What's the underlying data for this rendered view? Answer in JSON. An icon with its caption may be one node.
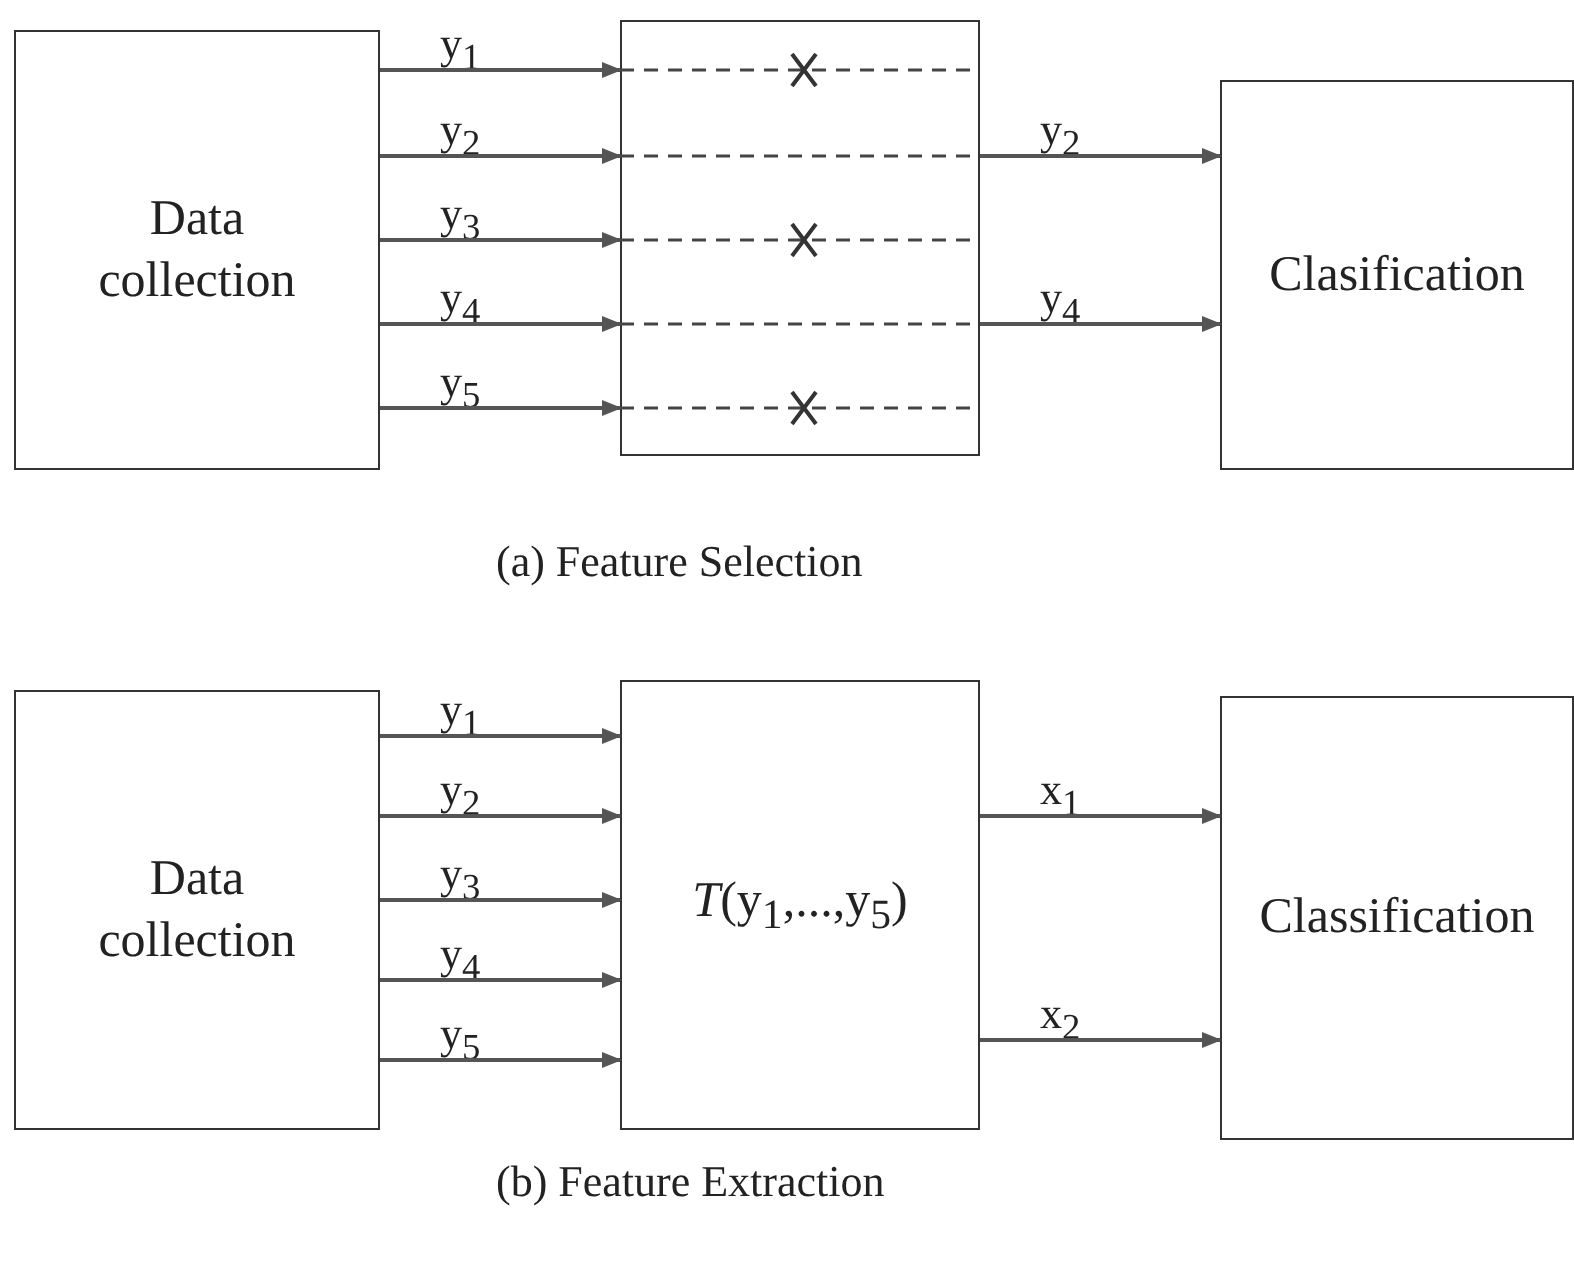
{
  "diagram": {
    "nodes": [
      {
        "text": [
          "Data collection"
        ]
      },
      {
        "text": [],
        "shape": "box"
      },
      {
        "text": [
          "Clasification"
        ]
      },
      {
        "text": [
          "Data collection"
        ]
      },
      {
        "text": [
          "*T*(y$_{1}$,...,y$_{5}$)"
        ]
      },
      {
        "text": [
          "Classification"
        ]
      }
    ],
    "edges": [
      {
        "from": 0,
        "to": 1,
        "arrow": "to",
        "label": "y$_{1}$"
      },
      {
        "from": 0,
        "to": 1,
        "arrow": "to",
        "label": "y$_{2}$"
      },
      {
        "from": 0,
        "to": 1,
        "arrow": "to",
        "label": "y$_{3}$"
      },
      {
        "from": 0,
        "to": 1,
        "arrow": "to",
        "label": "y$_{4}$"
      },
      {
        "from": 0,
        "to": 1,
        "arrow": "to",
        "label": "y$_{5}$"
      },
      {
        "from": 1,
        "to": 2,
        "arrow": "to",
        "label": "y$_{2}$"
      },
      {
        "from": 1,
        "to": 2,
        "arrow": "to",
        "label": "y$_{4}$"
      },
      {
        "from": 3,
        "to": 4,
        "arrow": "to",
        "label": "y$_{1}$"
      },
      {
        "from": 3,
        "to": 4,
        "arrow": "to",
        "label": "y$_{2}$"
      },
      {
        "from": 3,
        "to": 4,
        "arrow": "to",
        "label": "y$_{3}$"
      },
      {
        "from": 3,
        "to": 4,
        "arrow": "to",
        "label": "y$_{4}$"
      },
      {
        "from": 3,
        "to": 4,
        "arrow": "to",
        "label": "y$_{5}$"
      },
      {
        "from": 4,
        "to": 5,
        "arrow": "to",
        "label": "x$_{1}$"
      },
      {
        "from": 4,
        "to": 5,
        "arrow": "to",
        "label": "x$_{2}$"
      }
    ],
    "labels": [
      "(a) Feature Selection",
      "(b) Feature Extraction"
    ]
  }
}
